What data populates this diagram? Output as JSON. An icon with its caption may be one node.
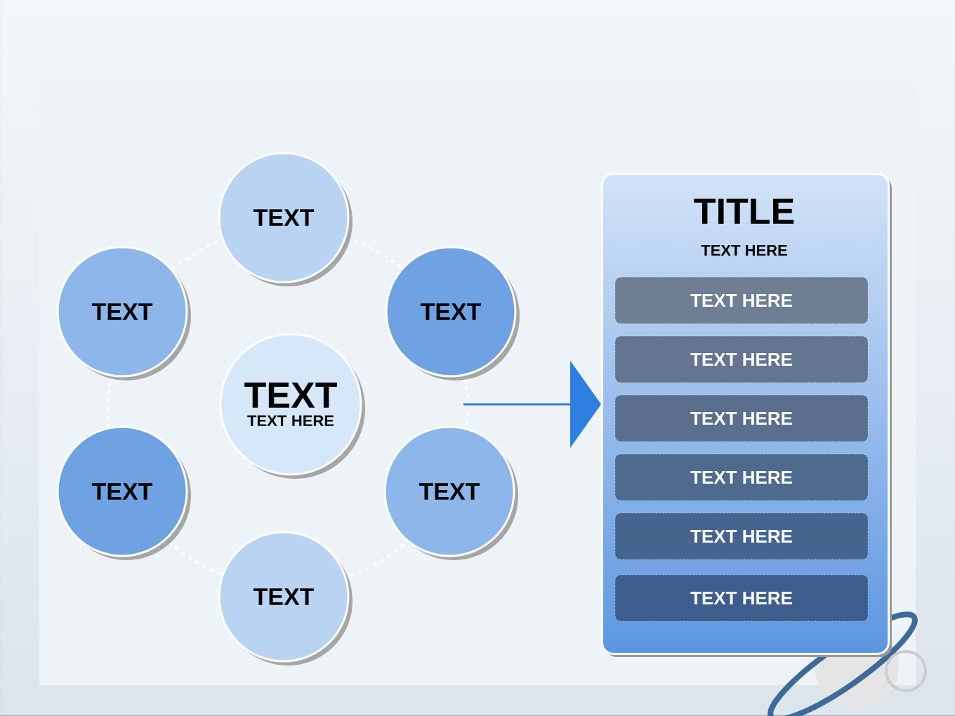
{
  "diagram": {
    "nodes": [
      {
        "text": [
          "TEXT"
        ]
      },
      {
        "text": [
          "TEXT"
        ]
      },
      {
        "text": [
          "TEXT"
        ]
      },
      {
        "text": [
          "TEXT",
          "TEXT HERE"
        ]
      },
      {
        "text": [
          "TEXT"
        ]
      },
      {
        "text": [
          "TEXT"
        ]
      },
      {
        "text": [
          "TEXT"
        ]
      },
      {
        "text": [
          "TITLE",
          "TEXT HERE"
        ]
      },
      {
        "text": [
          "TEXT HERE"
        ],
        "in": 7
      },
      {
        "text": [
          "TEXT HERE"
        ],
        "in": 7
      },
      {
        "text": [
          "TEXT HERE"
        ],
        "in": 7
      },
      {
        "text": [
          "TEXT HERE"
        ],
        "in": 7
      },
      {
        "text": [
          "TEXT HERE"
        ],
        "in": 7
      },
      {
        "text": [
          "TEXT HERE"
        ],
        "in": 7
      }
    ],
    "edges": [
      {
        "from": null,
        "to": 7,
        "arrow": "to"
      }
    ]
  }
}
